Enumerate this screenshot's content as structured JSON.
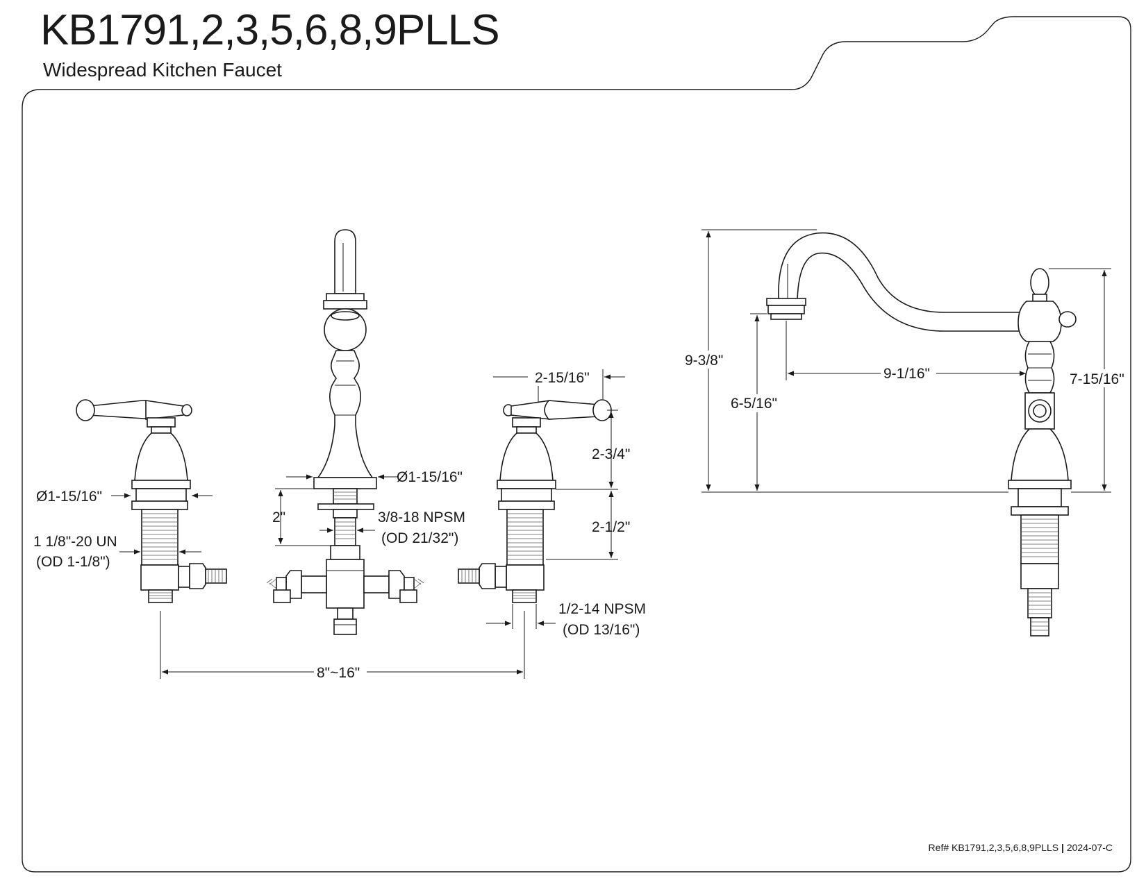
{
  "header": {
    "model": "KB1791,2,3,5,6,8,9PLLS",
    "subtitle": "Widespread Kitchen Faucet"
  },
  "footer": {
    "ref_model": "Ref# KB1791,2,3,5,6,8,9PLLS",
    "ref_separator": "|",
    "ref_code": "2024-07-C"
  },
  "dimensions": {
    "handle_width": "2-15/16\"",
    "handle_height": "2-3/4\"",
    "valve_base_diameter": "Ø1-15/16\"",
    "spout_base_diameter": "Ø1-15/16\"",
    "shank_length_spout": "2\"",
    "spout_thread_line1": "3/8-18 NPSM",
    "spout_thread_line2": "(OD 21/32\")",
    "valve_thread_line1": "1 1/8\"-20 UN",
    "valve_thread_line2": "(OD 1-1/8\")",
    "shank_length_valve": "2-1/2\"",
    "inlet_thread_line1": "1/2-14 NPSM",
    "inlet_thread_line2": "(OD 13/16\")",
    "spread": "8\"~16\"",
    "overall_height": "9-3/8\"",
    "spout_clearance": "6-5/16\"",
    "spout_reach": "9-1/16\"",
    "handle_total_height": "7-15/16\""
  }
}
